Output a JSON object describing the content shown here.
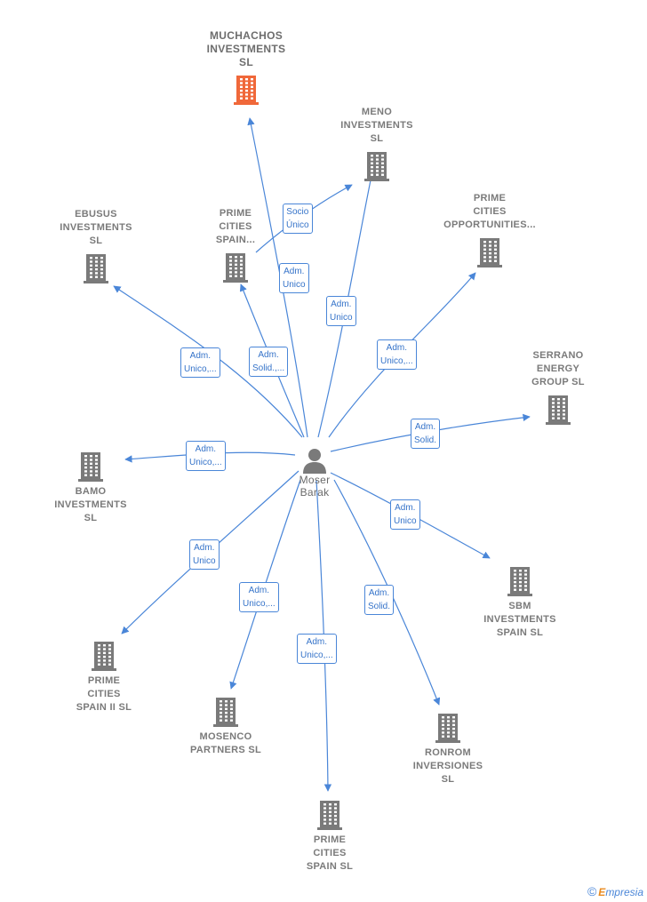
{
  "center": {
    "label": "Moser\nBarak"
  },
  "nodes": [
    {
      "id": "muchachos",
      "label": "MUCHACHOS\nINVESTMENTS\nSL",
      "highlight": true
    },
    {
      "id": "meno",
      "label": "MENO\nINVESTMENTS\nSL"
    },
    {
      "id": "prime-opps",
      "label": "PRIME\nCITIES\nOPPORTUNITIES..."
    },
    {
      "id": "ebusus",
      "label": "EBUSUS\nINVESTMENTS\nSL"
    },
    {
      "id": "prime-spain-trunc",
      "label": "PRIME\nCITIES\nSPAIN..."
    },
    {
      "id": "serrano",
      "label": "SERRANO\nENERGY\nGROUP  SL"
    },
    {
      "id": "bamo",
      "label": "BAMO\nINVESTMENTS\nSL"
    },
    {
      "id": "sbm",
      "label": "SBM\nINVESTMENTS\nSPAIN  SL"
    },
    {
      "id": "prime-ii",
      "label": "PRIME\nCITIES\nSPAIN II  SL"
    },
    {
      "id": "mosenco",
      "label": "MOSENCO\nPARTNERS  SL"
    },
    {
      "id": "ronrom",
      "label": "RONROM\nINVERSIONES\nSL"
    },
    {
      "id": "prime-spain",
      "label": "PRIME\nCITIES\nSPAIN  SL"
    }
  ],
  "edges": [
    {
      "target": "muchachos",
      "label": "Adm.\nUnico"
    },
    {
      "target": "meno",
      "label": "Adm.\nUnico"
    },
    {
      "target": "meno",
      "label": "Socio\nÚnico",
      "from": "prime-spain-trunc"
    },
    {
      "target": "prime-opps",
      "label": "Adm.\nUnico,..."
    },
    {
      "target": "ebusus",
      "label": "Adm.\nUnico,..."
    },
    {
      "target": "prime-spain-trunc",
      "label": "Adm.\nSolid.,..."
    },
    {
      "target": "serrano",
      "label": "Adm.\nSolid."
    },
    {
      "target": "bamo",
      "label": "Adm.\nUnico,..."
    },
    {
      "target": "sbm",
      "label": "Adm.\nUnico"
    },
    {
      "target": "prime-ii",
      "label": "Adm.\nUnico"
    },
    {
      "target": "mosenco",
      "label": "Adm.\nUnico,..."
    },
    {
      "target": "ronrom",
      "label": "Adm.\nSolid."
    },
    {
      "target": "prime-spain",
      "label": "Adm.\nUnico,..."
    }
  ],
  "colors": {
    "edge": "#4a86d8",
    "building": "#7a7a7a",
    "highlight": "#f0683a",
    "person": "#7a7a7a"
  },
  "copyright": {
    "symbol": "©",
    "brand_initial": "E",
    "brand_rest": "mpresia"
  }
}
